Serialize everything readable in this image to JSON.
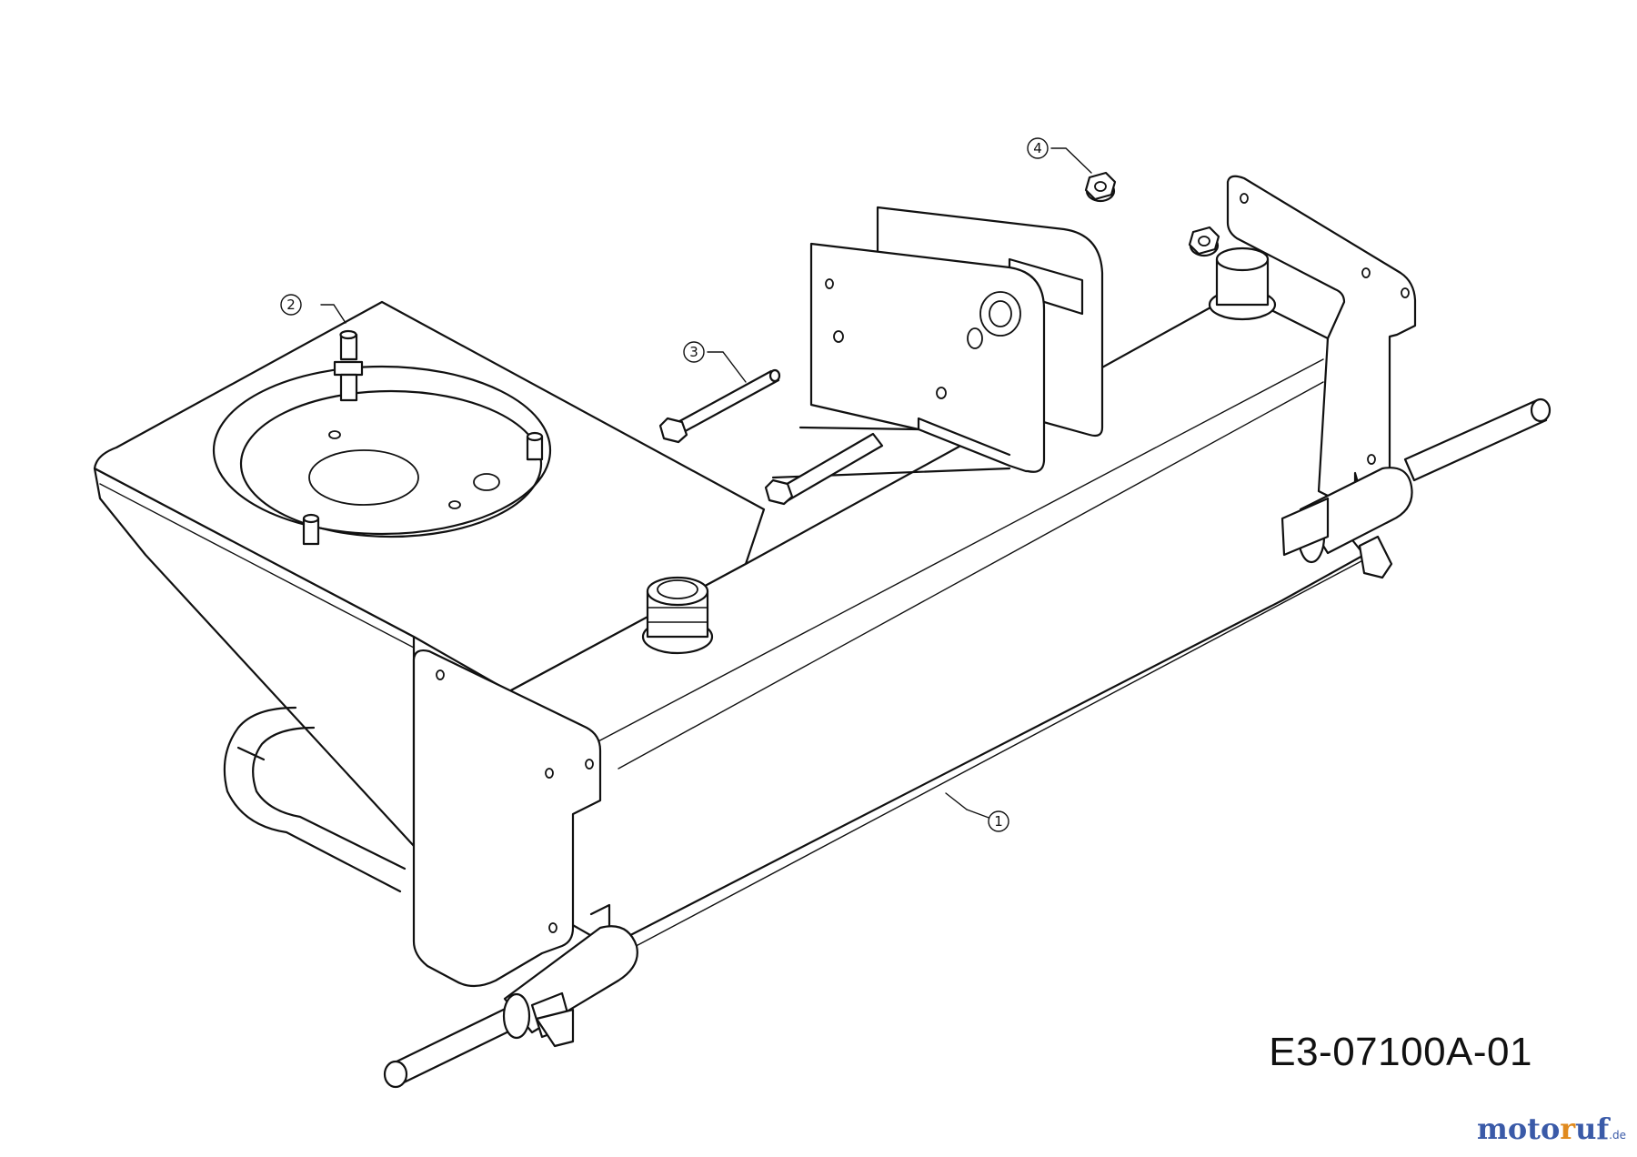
{
  "drawing": {
    "code": "E3-07100A-01",
    "callouts": [
      {
        "id": "callout-1",
        "number": "1"
      },
      {
        "id": "callout-2",
        "number": "2"
      },
      {
        "id": "callout-3",
        "number": "3"
      },
      {
        "id": "callout-4",
        "number": "4"
      }
    ]
  },
  "watermark": {
    "part1": "moto",
    "part2": "r",
    "part3": "uf",
    "tld": ".de",
    "colors": {
      "primary": "#3a5aa8",
      "accent": "#e08a1e"
    }
  }
}
